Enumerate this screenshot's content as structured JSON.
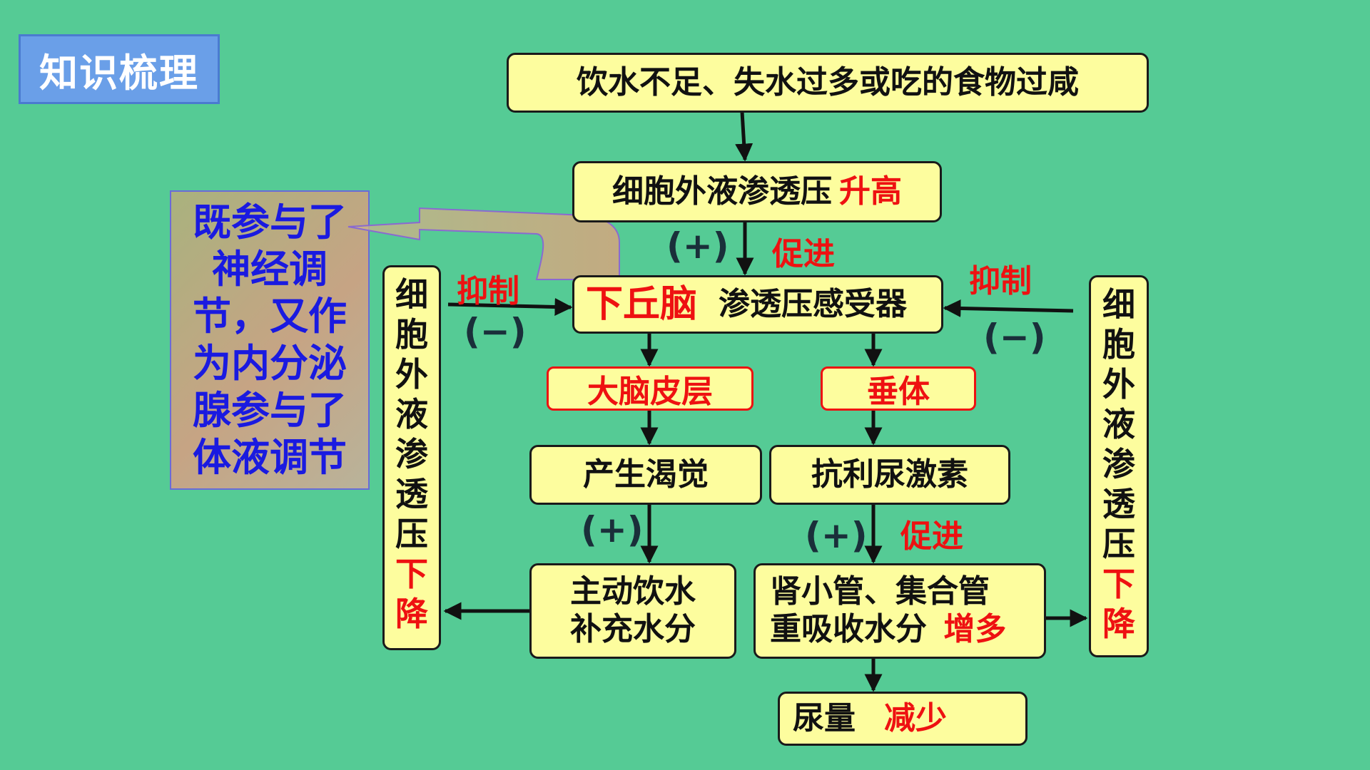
{
  "title": "知识梳理",
  "note": [
    "既参与了",
    "神经调",
    "节，又作",
    "为内分泌",
    "腺参与了",
    "体液调节"
  ],
  "boxes": {
    "top": "饮水不足、失水过多或吃的食物过咸",
    "ecf": "细胞外液渗透压",
    "ecf_up": "升高",
    "hypothalamus": "下丘脑",
    "receptor": "渗透压感受器",
    "cortex": "大脑皮层",
    "pituitary": "垂体",
    "thirst": "产生渴觉",
    "adh": "抗利尿激素",
    "drink_1": "主动饮水",
    "drink_2": "补充水分",
    "kidney_1": "肾小管、集合管",
    "kidney_2": "重吸收水分",
    "kidney_more": "增多",
    "urine": "尿量",
    "urine_less": "减少"
  },
  "vertical_left": [
    "细",
    "胞",
    "外",
    "液",
    "渗",
    "透",
    "压",
    "下",
    "降"
  ],
  "vertical_right": [
    "细",
    "胞",
    "外",
    "液",
    "渗",
    "透",
    "压",
    "下",
    "降"
  ],
  "labels": {
    "promote_1": "促进",
    "promote_2": "促进",
    "inhibit_left": "抑制",
    "inhibit_right": "抑制",
    "plus": "(+)",
    "minus": "(−)"
  },
  "colors": {
    "background": "#55cb95",
    "box_fill": "#fdfd9e",
    "highlight_red": "#ee1111",
    "note_text": "#1a1ae0",
    "badge": "#6a9fe8"
  }
}
